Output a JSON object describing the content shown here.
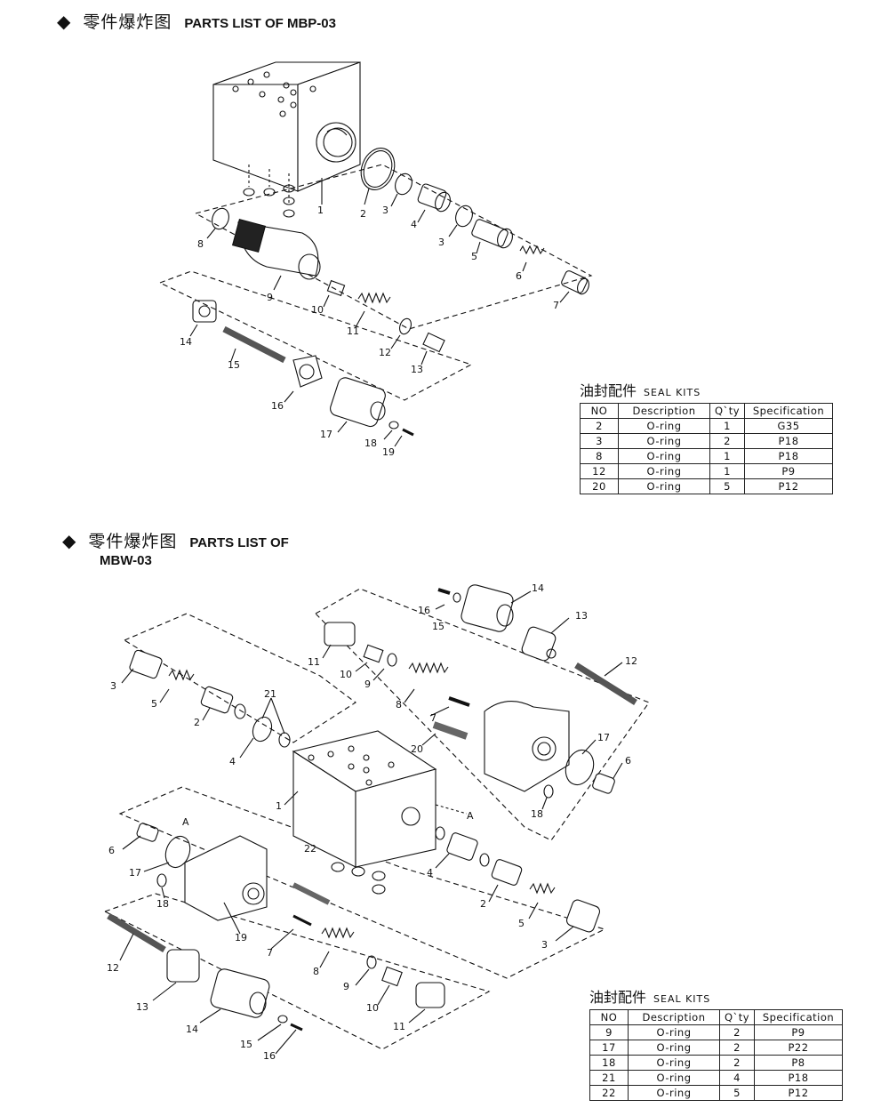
{
  "section1": {
    "title_zh": "零件爆炸图",
    "title_en": "PARTS LIST OF MBP-03",
    "part_labels": [
      "1",
      "2",
      "3",
      "4",
      "3",
      "5",
      "6",
      "7",
      "8",
      "9",
      "10",
      "11",
      "12",
      "13",
      "14",
      "15",
      "16",
      "17",
      "18",
      "19"
    ],
    "seal_kits": {
      "title_zh": "油封配件",
      "title_en": "SEAL KITS",
      "headers": [
        "NO",
        "Description",
        "Q`ty",
        "Specification"
      ],
      "rows": [
        [
          "2",
          "O-ring",
          "1",
          "G35"
        ],
        [
          "3",
          "O-ring",
          "2",
          "P18"
        ],
        [
          "8",
          "O-ring",
          "1",
          "P18"
        ],
        [
          "12",
          "O-ring",
          "1",
          "P9"
        ],
        [
          "20",
          "O-ring",
          "5",
          "P12"
        ]
      ]
    }
  },
  "section2": {
    "title_zh": "零件爆炸图",
    "title_en_line1": "PARTS LIST OF",
    "title_en_line2": "MBW-03",
    "part_labels": [
      "16",
      "15",
      "14",
      "13",
      "12",
      "11",
      "10",
      "9",
      "8",
      "7",
      "20",
      "17",
      "6",
      "18",
      "3",
      "5",
      "2",
      "21",
      "4",
      "1",
      "A",
      "22",
      "4",
      "2",
      "5",
      "3",
      "6",
      "17",
      "18",
      "19",
      "7",
      "8",
      "12",
      "13",
      "14",
      "15",
      "16",
      "9",
      "10",
      "11",
      "A"
    ],
    "seal_kits": {
      "title_zh": "油封配件",
      "title_en": "SEAL KITS",
      "headers": [
        "NO",
        "Description",
        "Q`ty",
        "Specification"
      ],
      "rows": [
        [
          "9",
          "O-ring",
          "2",
          "P9"
        ],
        [
          "17",
          "O-ring",
          "2",
          "P22"
        ],
        [
          "18",
          "O-ring",
          "2",
          "P8"
        ],
        [
          "21",
          "O-ring",
          "4",
          "P18"
        ],
        [
          "22",
          "O-ring",
          "5",
          "P12"
        ]
      ]
    }
  },
  "icons": {
    "bullet": "diamond-bullet"
  }
}
